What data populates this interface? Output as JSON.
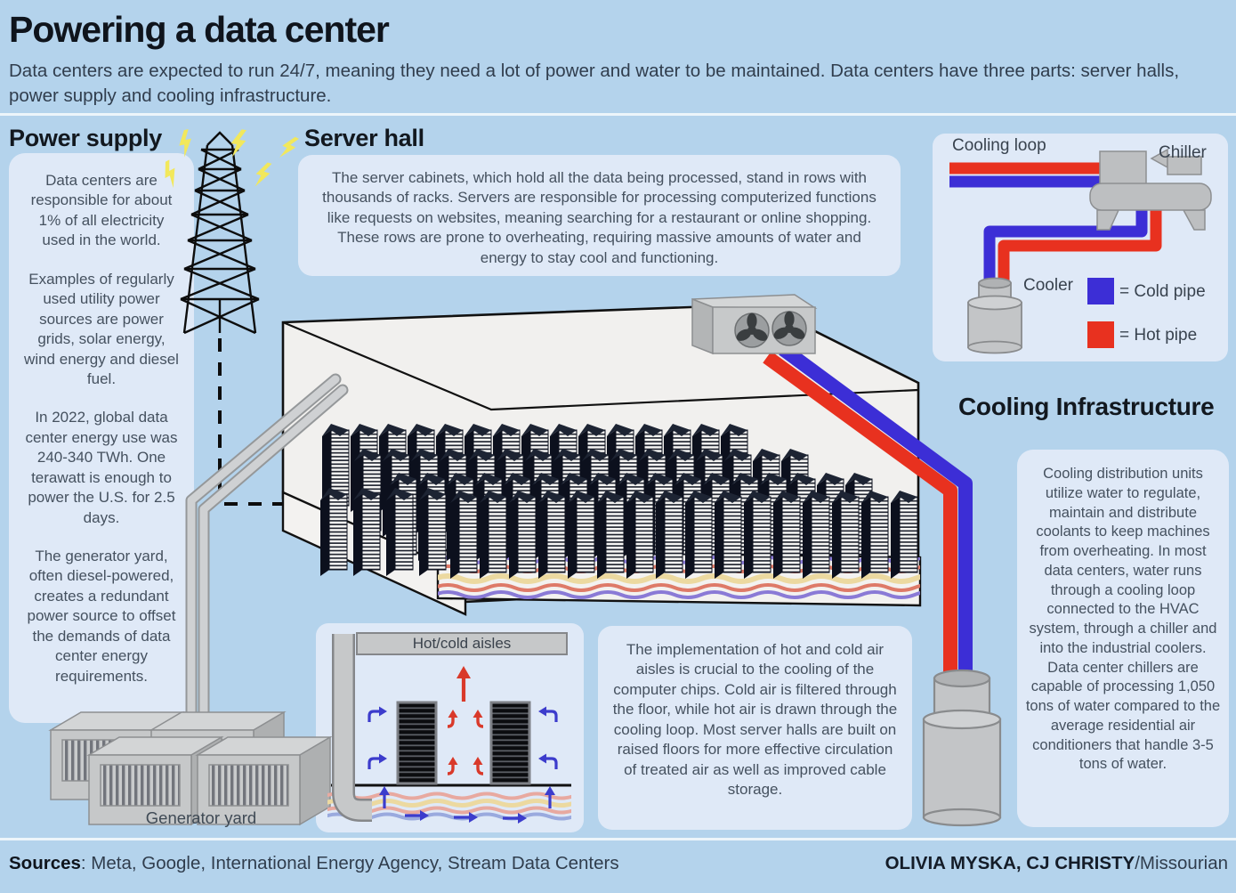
{
  "page": {
    "background": "#b4d3ec",
    "panel_background": "#dfe9f7",
    "cold_pipe_color": "#3c2ed6",
    "hot_pipe_color": "#e8311f"
  },
  "header": {
    "title": "Powering a data center",
    "subtitle": "Data centers are expected to run 24/7, meaning they need a lot of power and water to be maintained. Data centers have three parts: server halls, power supply and cooling infrastructure."
  },
  "power_supply": {
    "heading": "Power supply",
    "paragraphs": [
      "Data centers are responsible for about 1% of all electricity used in the world.",
      "Examples of regularly used utility power sources are power grids, solar energy, wind energy and diesel fuel.",
      "In 2022, global data center energy use was 240-340 TWh. One terawatt is enough to power the U.S. for 2.5 days.",
      "The generator yard, often diesel-powered, creates a redundant power source to offset the demands of data center energy requirements."
    ],
    "generator_label": "Generator yard"
  },
  "server_hall": {
    "heading": "Server hall",
    "body": "The server cabinets, which hold all the data being processed, stand in rows with thousands of racks. Servers are responsible for processing computerized functions like requests on websites, meaning searching for a restaurant or online shopping. These rows are prone to overheating, requiring massive amounts of water and energy to stay cool and functioning."
  },
  "cooling_loop": {
    "label": "Cooling loop",
    "chiller_label": "Chiller",
    "cooler_label": "Cooler",
    "legend": [
      {
        "label": "= Cold pipe",
        "color": "#3c2ed6"
      },
      {
        "label": "= Hot pipe",
        "color": "#e8311f"
      }
    ]
  },
  "cooling_infrastructure": {
    "heading": "Cooling Infrastructure",
    "body": "Cooling distribution units utilize water to regulate, maintain and distribute coolants to keep machines from overheating. In most data centers, water runs through a cooling loop connected to the HVAC system, through a chiller and into the industrial coolers. Data center chillers are capable of processing 1,050 tons of water compared to the average residential air conditioners that handle 3-5 tons of water."
  },
  "aisles": {
    "diagram_title": "Hot/cold aisles",
    "body": "The implementation of hot and cold air aisles is crucial to the cooling of the computer chips. Cold air is filtered through the floor, while hot air is drawn through the cooling loop. Most server halls are built on raised floors for more effective circulation of treated air as well as improved cable storage."
  },
  "footer": {
    "sources_label": "Sources",
    "sources_rest": ": Meta, Google, International Energy Agency, Stream Data Centers",
    "credit_bold": "OLIVIA MYSKA, CJ CHRISTY",
    "credit_rest": "/Missourian"
  }
}
